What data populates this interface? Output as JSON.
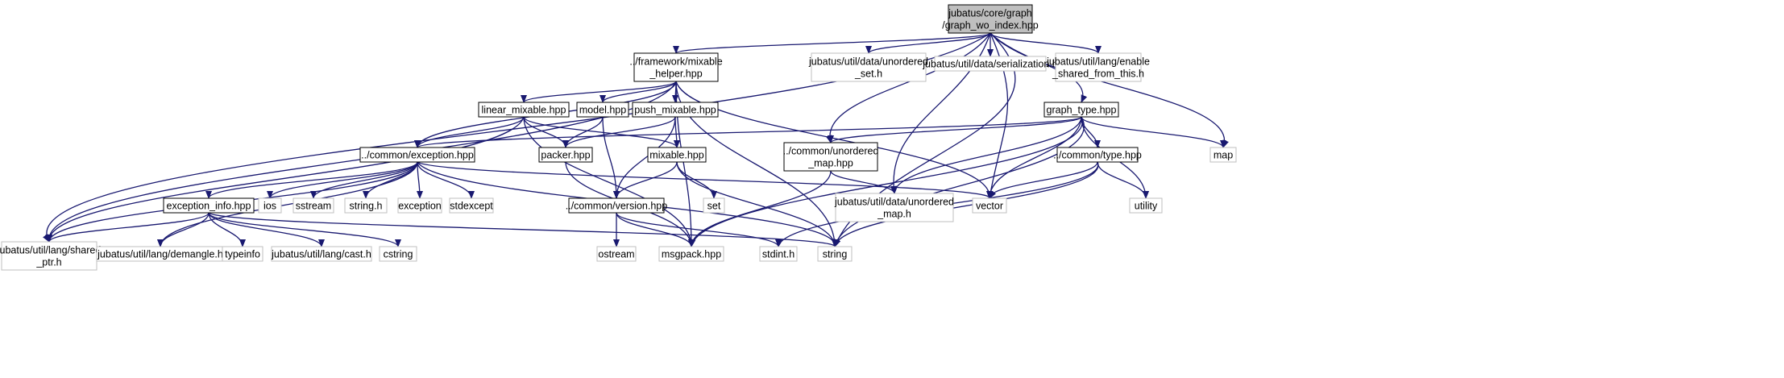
{
  "graph": {
    "colors": {
      "edge": "#191970",
      "node_border_active": "#000000",
      "node_border_external": "#bfbfbf",
      "node_fill_root": "#bfbfbf",
      "node_fill": "#ffffff"
    },
    "nodes": [
      {
        "id": "root",
        "lines": [
          "jubatus/core/graph",
          "/graph_wo_index.hpp"
        ],
        "kind": "root"
      },
      {
        "id": "mixable_helper",
        "lines": [
          "../framework/mixable",
          "_helper.hpp"
        ],
        "kind": "file"
      },
      {
        "id": "unordered_set",
        "lines": [
          "jubatus/util/data/unordered",
          "_set.h"
        ],
        "kind": "external"
      },
      {
        "id": "serialization",
        "lines": [
          "jubatus/util/data/serialization.h"
        ],
        "kind": "external"
      },
      {
        "id": "enable_shared",
        "lines": [
          "jubatus/util/lang/enable",
          "_shared_from_this.h"
        ],
        "kind": "external"
      },
      {
        "id": "linear_mixable",
        "lines": [
          "linear_mixable.hpp"
        ],
        "kind": "file"
      },
      {
        "id": "model",
        "lines": [
          "model.hpp"
        ],
        "kind": "file"
      },
      {
        "id": "push_mixable",
        "lines": [
          "push_mixable.hpp"
        ],
        "kind": "file"
      },
      {
        "id": "graph_type",
        "lines": [
          "graph_type.hpp"
        ],
        "kind": "file"
      },
      {
        "id": "exception",
        "lines": [
          "../common/exception.hpp"
        ],
        "kind": "file"
      },
      {
        "id": "packer",
        "lines": [
          "packer.hpp"
        ],
        "kind": "file"
      },
      {
        "id": "mixable",
        "lines": [
          "mixable.hpp"
        ],
        "kind": "file"
      },
      {
        "id": "unordered_map_hpp",
        "lines": [
          "../common/unordered",
          "_map.hpp"
        ],
        "kind": "file"
      },
      {
        "id": "common_type",
        "lines": [
          "../common/type.hpp"
        ],
        "kind": "file"
      },
      {
        "id": "map",
        "lines": [
          "map"
        ],
        "kind": "external"
      },
      {
        "id": "exception_info",
        "lines": [
          "exception_info.hpp"
        ],
        "kind": "file"
      },
      {
        "id": "ios",
        "lines": [
          "ios"
        ],
        "kind": "external"
      },
      {
        "id": "sstream",
        "lines": [
          "sstream"
        ],
        "kind": "external"
      },
      {
        "id": "string_h",
        "lines": [
          "string.h"
        ],
        "kind": "external"
      },
      {
        "id": "exception_std",
        "lines": [
          "exception"
        ],
        "kind": "external"
      },
      {
        "id": "stdexcept",
        "lines": [
          "stdexcept"
        ],
        "kind": "external"
      },
      {
        "id": "version",
        "lines": [
          "../common/version.hpp"
        ],
        "kind": "file"
      },
      {
        "id": "set",
        "lines": [
          "set"
        ],
        "kind": "external"
      },
      {
        "id": "unordered_map_h",
        "lines": [
          "jubatus/util/data/unordered",
          "_map.h"
        ],
        "kind": "external"
      },
      {
        "id": "vector",
        "lines": [
          "vector"
        ],
        "kind": "external"
      },
      {
        "id": "utility",
        "lines": [
          "utility"
        ],
        "kind": "external"
      },
      {
        "id": "shared_ptr",
        "lines": [
          "jubatus/util/lang/shared",
          "_ptr.h"
        ],
        "kind": "external"
      },
      {
        "id": "demangle",
        "lines": [
          "jubatus/util/lang/demangle.h"
        ],
        "kind": "external"
      },
      {
        "id": "typeinfo",
        "lines": [
          "typeinfo"
        ],
        "kind": "external"
      },
      {
        "id": "cast",
        "lines": [
          "jubatus/util/lang/cast.h"
        ],
        "kind": "external"
      },
      {
        "id": "cstring",
        "lines": [
          "cstring"
        ],
        "kind": "external"
      },
      {
        "id": "ostream",
        "lines": [
          "ostream"
        ],
        "kind": "external"
      },
      {
        "id": "msgpack",
        "lines": [
          "msgpack.hpp"
        ],
        "kind": "external"
      },
      {
        "id": "stdint",
        "lines": [
          "stdint.h"
        ],
        "kind": "external"
      },
      {
        "id": "string",
        "lines": [
          "string"
        ],
        "kind": "external"
      }
    ],
    "edges": [
      [
        "root",
        "mixable_helper"
      ],
      [
        "root",
        "unordered_set"
      ],
      [
        "root",
        "serialization"
      ],
      [
        "root",
        "enable_shared"
      ],
      [
        "root",
        "graph_type"
      ],
      [
        "root",
        "unordered_map_hpp"
      ],
      [
        "root",
        "unordered_map_h"
      ],
      [
        "root",
        "vector"
      ],
      [
        "root",
        "map"
      ],
      [
        "root",
        "shared_ptr"
      ],
      [
        "root",
        "string"
      ],
      [
        "mixable_helper",
        "linear_mixable"
      ],
      [
        "mixable_helper",
        "model"
      ],
      [
        "mixable_helper",
        "push_mixable"
      ],
      [
        "mixable_helper",
        "exception"
      ],
      [
        "mixable_helper",
        "shared_ptr"
      ],
      [
        "mixable_helper",
        "msgpack"
      ],
      [
        "mixable_helper",
        "string"
      ],
      [
        "mixable_helper",
        "vector"
      ],
      [
        "linear_mixable",
        "exception"
      ],
      [
        "linear_mixable",
        "packer"
      ],
      [
        "linear_mixable",
        "mixable"
      ],
      [
        "linear_mixable",
        "shared_ptr"
      ],
      [
        "linear_mixable",
        "msgpack"
      ],
      [
        "model",
        "packer"
      ],
      [
        "model",
        "version"
      ],
      [
        "push_mixable",
        "packer"
      ],
      [
        "push_mixable",
        "mixable"
      ],
      [
        "push_mixable",
        "version"
      ],
      [
        "graph_type",
        "exception"
      ],
      [
        "graph_type",
        "unordered_map_hpp"
      ],
      [
        "graph_type",
        "unordered_map_h"
      ],
      [
        "graph_type",
        "vector"
      ],
      [
        "graph_type",
        "map"
      ],
      [
        "graph_type",
        "common_type"
      ],
      [
        "graph_type",
        "utility"
      ],
      [
        "graph_type",
        "msgpack"
      ],
      [
        "graph_type",
        "string"
      ],
      [
        "exception",
        "exception_info"
      ],
      [
        "exception",
        "ios"
      ],
      [
        "exception",
        "sstream"
      ],
      [
        "exception",
        "string_h"
      ],
      [
        "exception",
        "exception_std"
      ],
      [
        "exception",
        "stdexcept"
      ],
      [
        "exception",
        "shared_ptr"
      ],
      [
        "exception",
        "demangle"
      ],
      [
        "exception",
        "vector"
      ],
      [
        "exception",
        "string"
      ],
      [
        "packer",
        "msgpack"
      ],
      [
        "mixable",
        "version"
      ],
      [
        "mixable",
        "set"
      ],
      [
        "mixable",
        "string"
      ],
      [
        "unordered_map_hpp",
        "unordered_map_h"
      ],
      [
        "unordered_map_hpp",
        "msgpack"
      ],
      [
        "common_type",
        "vector"
      ],
      [
        "common_type",
        "utility"
      ],
      [
        "common_type",
        "stdint"
      ],
      [
        "common_type",
        "string"
      ],
      [
        "exception_info",
        "shared_ptr"
      ],
      [
        "exception_info",
        "demangle"
      ],
      [
        "exception_info",
        "typeinfo"
      ],
      [
        "exception_info",
        "cast"
      ],
      [
        "exception_info",
        "cstring"
      ],
      [
        "exception_info",
        "string"
      ],
      [
        "version",
        "ostream"
      ],
      [
        "version",
        "msgpack"
      ],
      [
        "version",
        "stdint"
      ]
    ]
  }
}
